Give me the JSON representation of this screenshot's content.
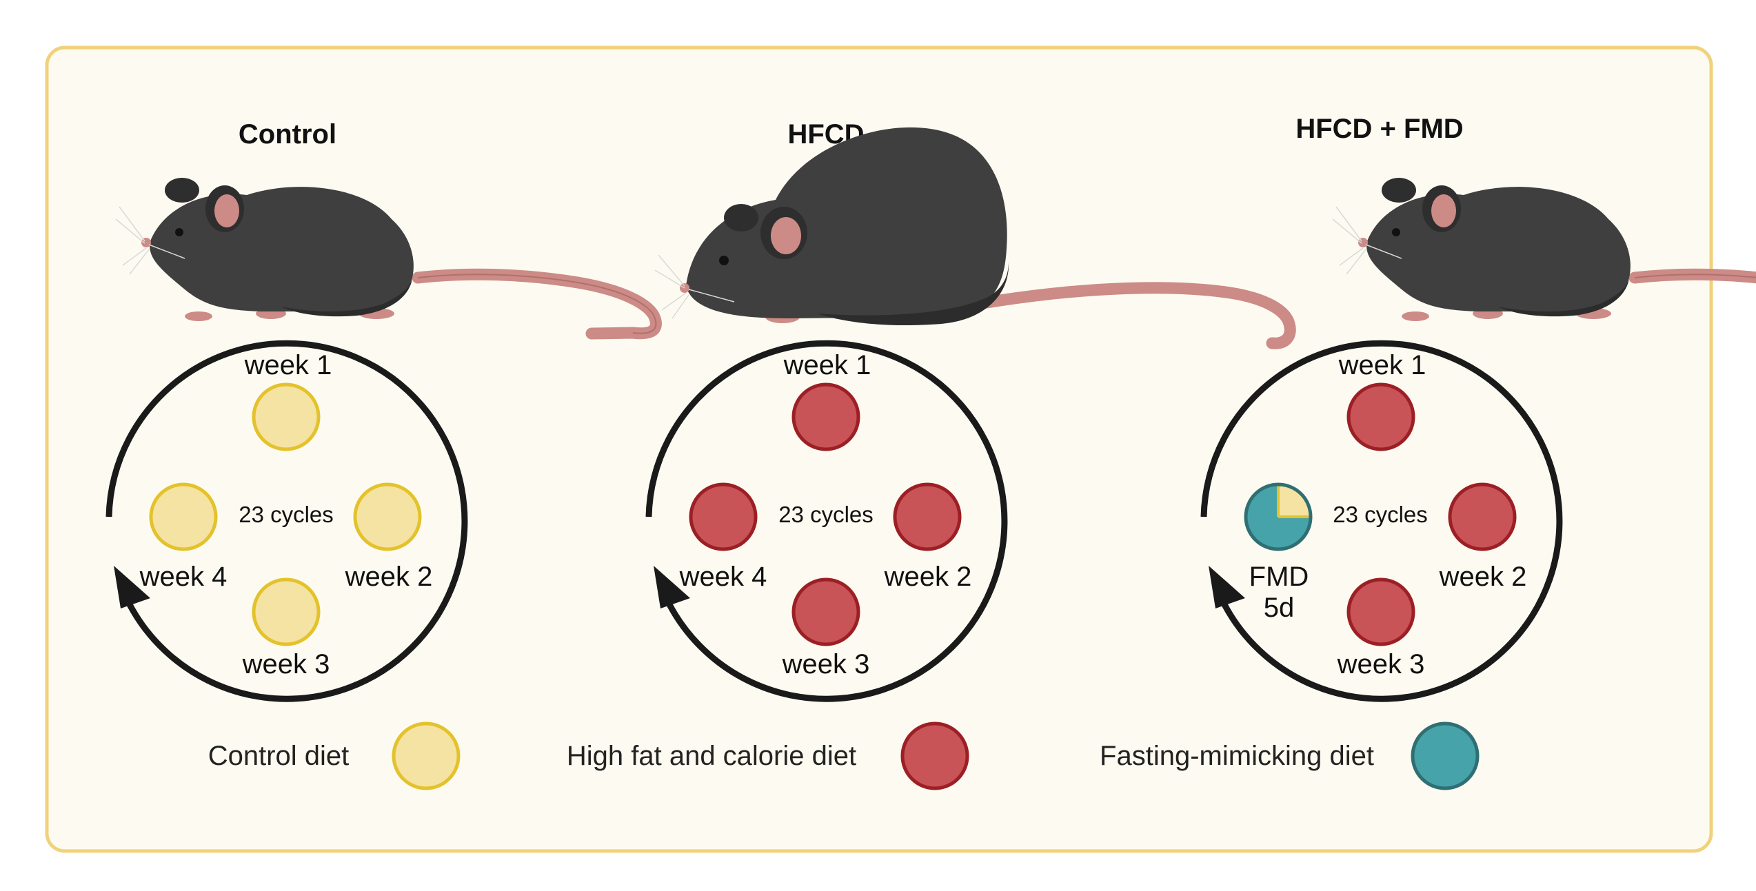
{
  "colors": {
    "panel_bg": "#fdfbf1",
    "panel_border": "#f0d27c",
    "control_fill": "#f5e3a3",
    "control_stroke": "#e3c22b",
    "hfcd_fill": "#c85457",
    "hfcd_stroke": "#9c1f25",
    "fmd_fill": "#47a3aa",
    "fmd_stroke": "#2f6f74",
    "mouse_body": "#3f3f3f",
    "mouse_pink": "#cc8b86",
    "cycle_arrow": "#1a1a1a"
  },
  "groups": [
    {
      "title": "Control",
      "cycles": "23 cycles",
      "weeks": {
        "w1": "week 1",
        "w2": "week 2",
        "w3": "week 3",
        "w4": "week 4"
      }
    },
    {
      "title": "HFCD",
      "cycles": "23 cycles",
      "weeks": {
        "w1": "week 1",
        "w2": "week 2",
        "w3": "week 3",
        "w4": "week 4"
      }
    },
    {
      "title": "HFCD + FMD",
      "cycles": "23 cycles",
      "weeks": {
        "w1": "week 1",
        "w2": "week 2",
        "w3": "week 3",
        "w4_line1": "FMD",
        "w4_line2": "5d"
      }
    }
  ],
  "legend": [
    {
      "label": "Control diet",
      "color": "control"
    },
    {
      "label": "High fat and calorie diet",
      "color": "hfcd"
    },
    {
      "label": "Fasting-mimicking diet",
      "color": "fmd"
    }
  ]
}
